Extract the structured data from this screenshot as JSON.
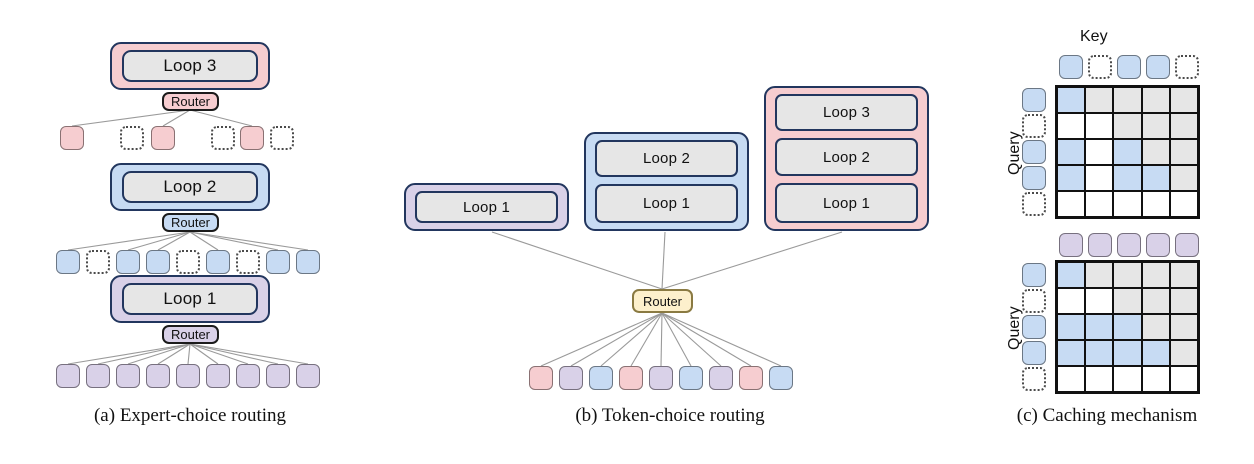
{
  "figure": {
    "title": "Routing and caching mechanisms figure",
    "panels": [
      {
        "id": "a",
        "caption": "(a) Expert-choice routing",
        "type": "expert-choice-routing",
        "stacks": [
          {
            "loop_label": "Loop 3",
            "group_color": "#f6cdd0",
            "router_label": "Router",
            "router_color": "#f6cdd0",
            "tokens": [
              "pink",
              "dotted",
              "pink",
              "dotted",
              "pink",
              "dotted"
            ]
          },
          {
            "loop_label": "Loop 2",
            "group_color": "#c7dbf3",
            "router_label": "Router",
            "router_color": "#c7dbf3",
            "tokens": [
              "blue",
              "dotted",
              "blue",
              "blue",
              "dotted",
              "blue",
              "dotted",
              "blue",
              "blue"
            ]
          },
          {
            "loop_label": "Loop 1",
            "group_color": "#d9d1e8",
            "router_label": "Router",
            "router_color": "#d9d1e8",
            "tokens": [
              "purple",
              "purple",
              "purple",
              "purple",
              "purple",
              "purple",
              "purple",
              "purple",
              "purple"
            ]
          }
        ]
      },
      {
        "id": "b",
        "caption": "(b) Token-choice routing",
        "type": "token-choice-routing",
        "router_label": "Router",
        "router_color": "#fdf0cc",
        "experts": [
          {
            "group_color": "#d9d1e8",
            "loops": [
              "Loop 1"
            ]
          },
          {
            "group_color": "#c7dbf3",
            "loops": [
              "Loop 2",
              "Loop 1"
            ]
          },
          {
            "group_color": "#f6cdd0",
            "loops": [
              "Loop 3",
              "Loop 2",
              "Loop 1"
            ]
          }
        ],
        "tokens": [
          "pink",
          "purple",
          "blue",
          "pink",
          "purple",
          "blue",
          "purple",
          "pink",
          "blue"
        ]
      },
      {
        "id": "c",
        "caption": "(c) Caching mechanism",
        "type": "caching-mechanism",
        "matrices": [
          {
            "key_axis_label": "Key",
            "query_axis_label": "Query",
            "key_tokens": [
              "blue",
              "dotted",
              "blue",
              "blue",
              "dotted"
            ],
            "query_tokens": [
              "blue",
              "dotted",
              "blue",
              "blue",
              "dotted"
            ],
            "cells": [
              [
                "blue",
                "grey",
                "grey",
                "grey",
                "grey"
              ],
              [
                "white",
                "white",
                "grey",
                "grey",
                "grey"
              ],
              [
                "blue",
                "white",
                "blue",
                "grey",
                "grey"
              ],
              [
                "blue",
                "white",
                "blue",
                "blue",
                "grey"
              ],
              [
                "white",
                "white",
                "white",
                "white",
                "white"
              ]
            ]
          },
          {
            "key_axis_label": "",
            "query_axis_label": "Query",
            "key_tokens": [
              "purple",
              "purple",
              "purple",
              "purple",
              "purple"
            ],
            "query_tokens": [
              "blue",
              "dotted",
              "blue",
              "blue",
              "dotted"
            ],
            "cells": [
              [
                "blue",
                "grey",
                "grey",
                "grey",
                "grey"
              ],
              [
                "white",
                "white",
                "grey",
                "grey",
                "grey"
              ],
              [
                "blue",
                "blue",
                "blue",
                "grey",
                "grey"
              ],
              [
                "blue",
                "blue",
                "blue",
                "blue",
                "grey"
              ],
              [
                "white",
                "white",
                "white",
                "white",
                "white"
              ]
            ]
          }
        ]
      }
    ],
    "colors": {
      "pink": "#f6cdd0",
      "blue": "#c7dbf3",
      "purple": "#d9d1e8",
      "yellow": "#fdf0cc",
      "grey_cell": "#e6e6e6",
      "loop_fill": "#e6e6e6",
      "stroke_dark": "#22365e",
      "edge": "#9a9a9a"
    }
  }
}
